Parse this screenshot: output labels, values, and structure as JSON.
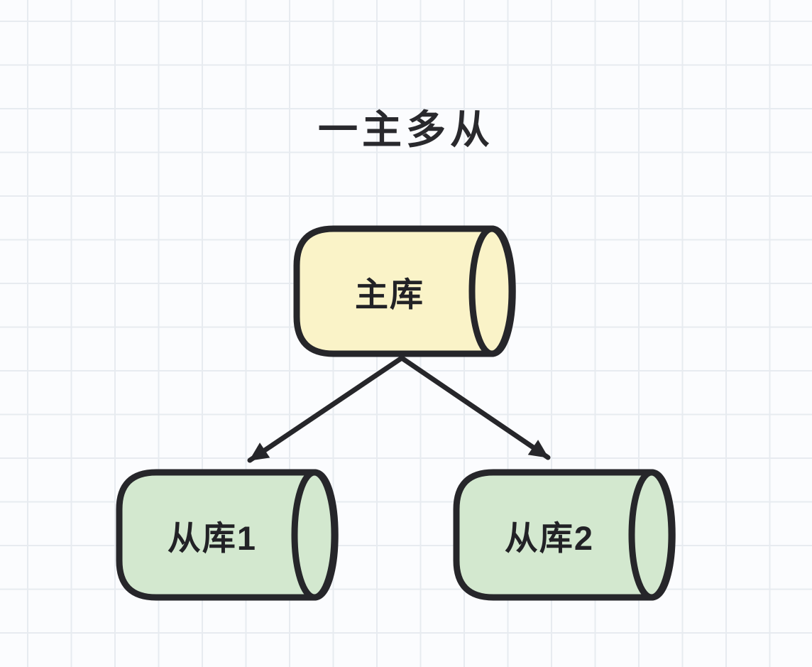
{
  "title": "一主多从",
  "nodes": {
    "master": {
      "label": "主库",
      "role": "master-database",
      "fill": "#faf3c8"
    },
    "slave1": {
      "label": "从库1",
      "role": "slave-database",
      "fill": "#d3e8cf"
    },
    "slave2": {
      "label": "从库2",
      "role": "slave-database",
      "fill": "#d3e8cf"
    }
  },
  "edges": [
    {
      "from": "主库",
      "to": "从库1",
      "style": "arrow"
    },
    {
      "from": "主库",
      "to": "从库2",
      "style": "arrow"
    }
  ],
  "colors": {
    "outline": "#26262a",
    "arrow": "#26262a",
    "master_fill": "#faf3c8",
    "slave_fill": "#d3e8cf",
    "grid_line": "#e7ebf0",
    "background": "#fbfcfe",
    "text": "#29292d"
  }
}
